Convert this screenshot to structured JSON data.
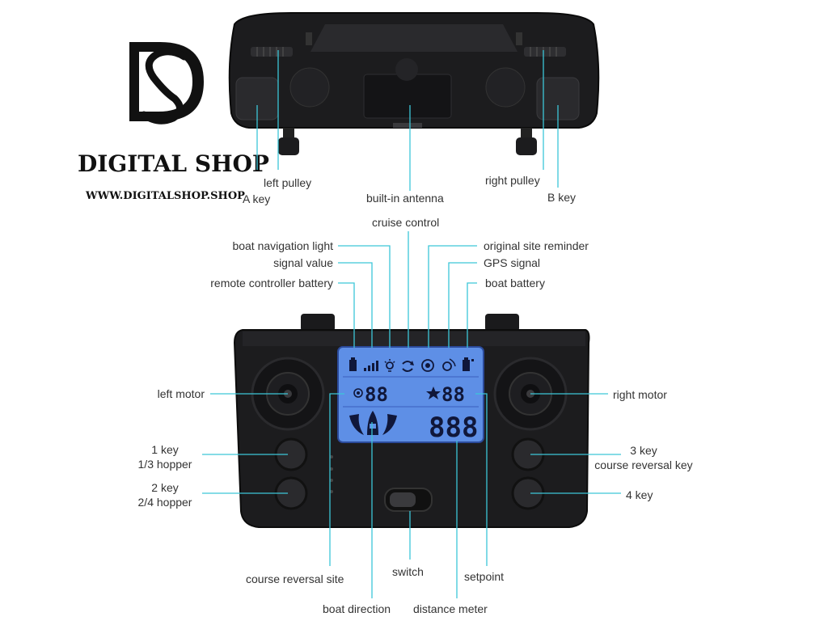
{
  "brand": {
    "title": "DIGITAL SHOP",
    "url": "WWW.DIGITALSHOP.SHOP",
    "logo_icon": "ds-monogram-icon"
  },
  "colors": {
    "leader": "#3cc6d8",
    "device_body": "#1c1c1e",
    "lcd_background": "#5e8fe6",
    "lcd_text": "#10173a",
    "label_text": "#333333"
  },
  "top_view": {
    "labels": {
      "left_pulley": "left pulley",
      "a_key": "A key",
      "built_in_antenna": "built-in antenna",
      "right_pulley": "right pulley",
      "b_key": "B key"
    }
  },
  "front_view": {
    "labels": {
      "cruise_control": "cruise control",
      "boat_navigation_light": "boat navigation light",
      "signal_value": "signal value",
      "remote_controller_battery": "remote controller battery",
      "original_site_reminder": "original site reminder",
      "gps_signal": "GPS signal",
      "boat_battery": "boat battery",
      "left_motor": "left motor",
      "right_motor": "right motor",
      "key1_line1": "1 key",
      "key1_line2": "1/3 hopper",
      "key2_line1": "2 key",
      "key2_line2": "2/4 hopper",
      "key3_line1": "3 key",
      "key3_line2": "course reversal key",
      "key4": "4 key",
      "course_reversal_site": "course reversal site",
      "switch": "switch",
      "setpoint": "setpoint",
      "boat_direction": "boat direction",
      "distance_meter": "distance meter"
    },
    "lcd": {
      "left_readout": "88",
      "right_readout": "88",
      "main_readout": "888"
    }
  }
}
